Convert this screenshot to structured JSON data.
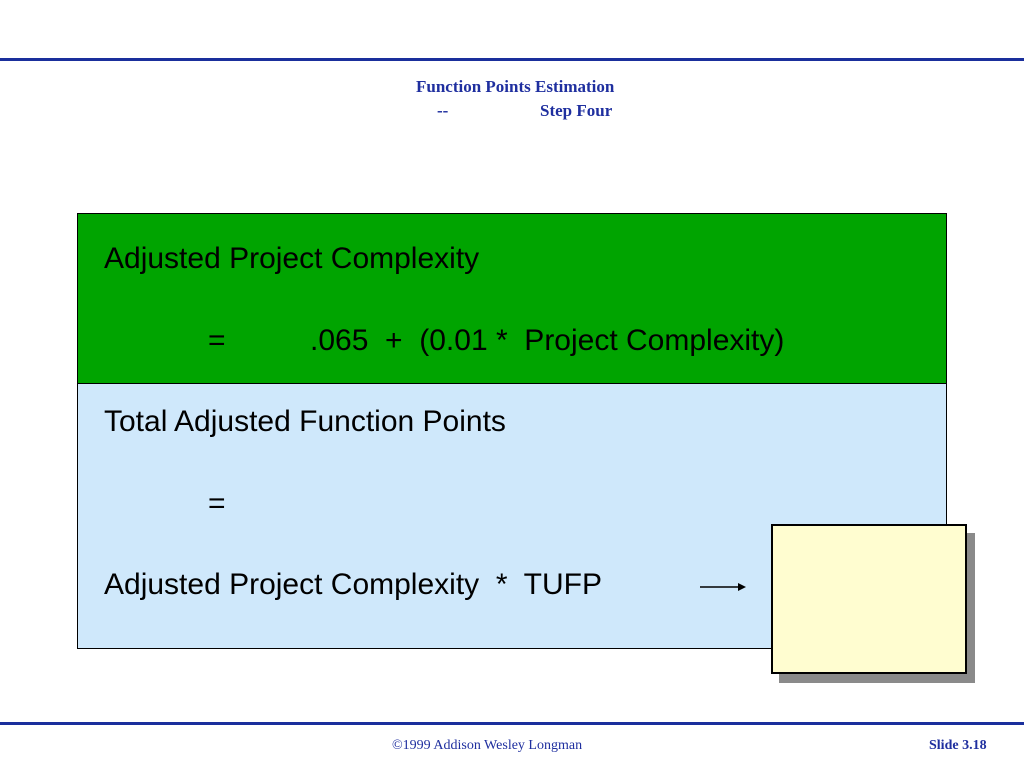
{
  "header": {
    "title_line1": "Function Points Estimation",
    "title_line2_dash": "--",
    "title_line2_text": "Step Four"
  },
  "green_box": {
    "label": "Adjusted Project Complexity",
    "equals": "=",
    "formula": ".065  +  (0.01 *  Project Complexity)"
  },
  "blue_box": {
    "label": "Total Adjusted Function Points",
    "equals": "=",
    "formula": "Adjusted Project Complexity  *  TUFP"
  },
  "footer": {
    "copyright": "©1999 Addison Wesley Longman",
    "slide_number": "Slide 3.18"
  },
  "colors": {
    "rule": "#1a2f9c",
    "title_text": "#1f2f9f",
    "green_box": "#00a400",
    "blue_box": "#cfe8fb",
    "result_box": "#fffdd0",
    "result_shadow": "#8a8a8a"
  },
  "icons": {
    "arrow": "right-arrow-icon"
  }
}
